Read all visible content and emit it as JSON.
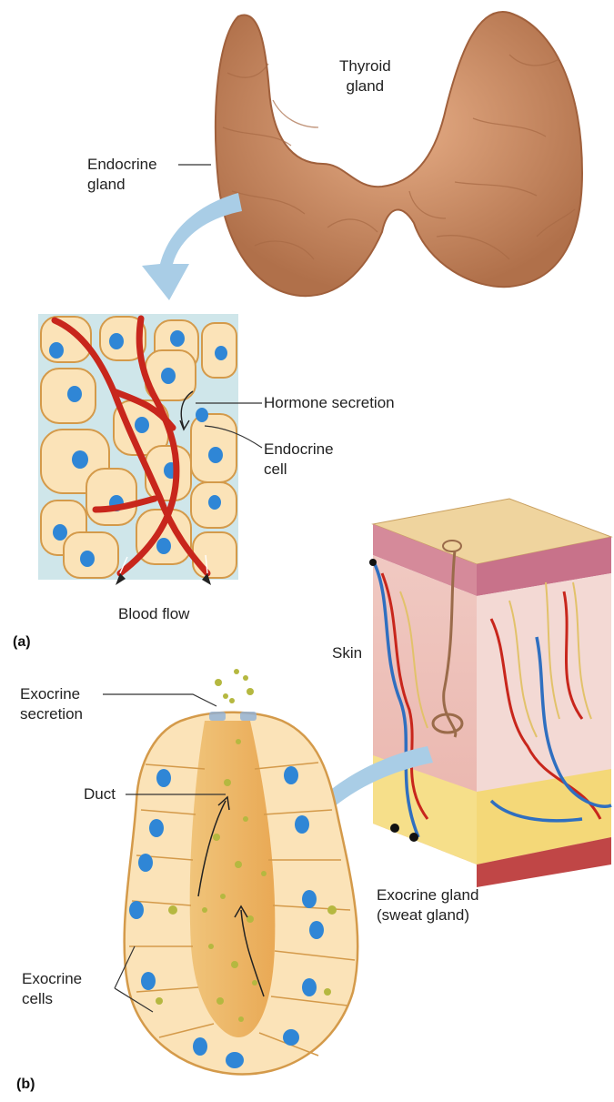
{
  "labels": {
    "thyroid": [
      "Thyroid",
      "gland"
    ],
    "endocrine_gland": [
      "Endocrine",
      "gland"
    ],
    "hormone_secretion": "Hormone secretion",
    "endocrine_cell": [
      "Endocrine",
      "cell"
    ],
    "blood_flow": "Blood flow",
    "skin": "Skin",
    "exocrine_secretion": [
      "Exocrine",
      "secretion"
    ],
    "duct": "Duct",
    "exocrine_gland": [
      "Exocrine gland",
      "(sweat gland)"
    ],
    "exocrine_cells": [
      "Exocrine",
      "cells"
    ]
  },
  "panels": {
    "a": "(a)",
    "b": "(b)"
  },
  "colors": {
    "thyroid": "#c98a62",
    "vessel": "#c8261c",
    "vein": "#2f6fc0",
    "cell_fill": "#fbe3b8",
    "nucleus": "#2f86d6",
    "arrow": "#a9cde6"
  }
}
